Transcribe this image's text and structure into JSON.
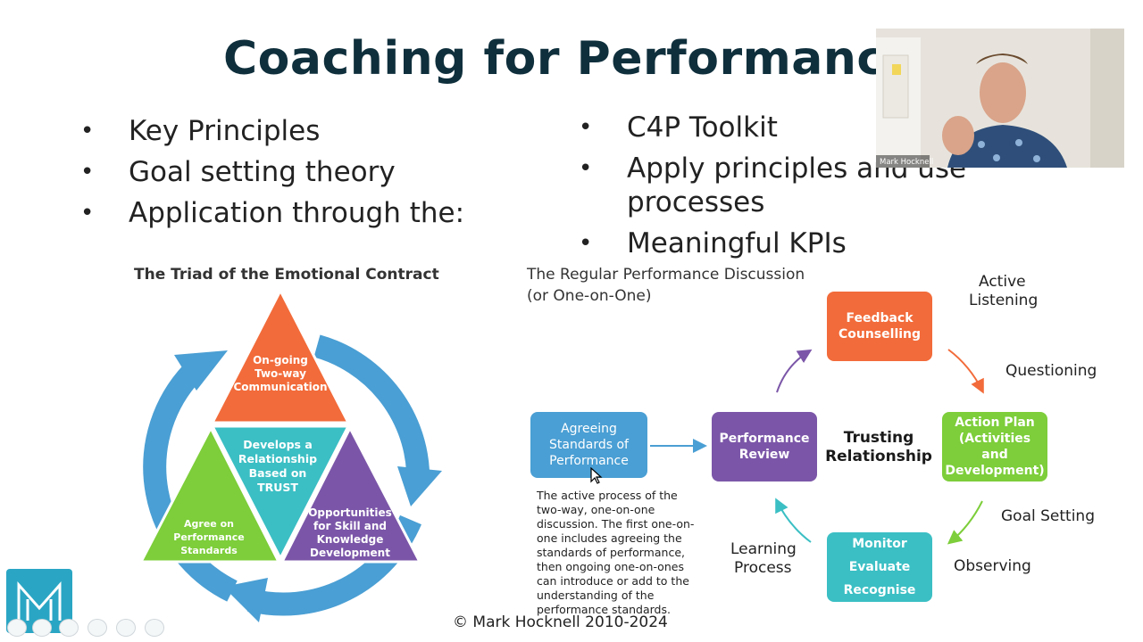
{
  "slide": {
    "title": "Coaching for Performance",
    "left_bullets": [
      "Key Principles",
      "Goal setting theory",
      "Application through the:"
    ],
    "right_bullets": [
      "C4P Toolkit",
      "Apply principles and use processes",
      "Meaningful KPIs"
    ],
    "copyright": "© Mark Hocknell 2010-2024"
  },
  "triad": {
    "heading": "The Triad of the Emotional Contract",
    "top": [
      "On-going",
      "Two-way",
      "Communication"
    ],
    "center": [
      "Develops a",
      "Relationship",
      "Based on",
      "TRUST"
    ],
    "left": [
      "Agree on",
      "Performance",
      "Standards"
    ],
    "right": [
      "Opportunities",
      "for Skill and",
      "Knowledge",
      "Development"
    ],
    "colors": {
      "top": "#f26b3a",
      "center": "#3bbfc4",
      "left": "#7dce3a",
      "right": "#7b56a8",
      "ring": "#4a9fd4"
    }
  },
  "cycle": {
    "heading_line1": "The Regular Performance Discussion",
    "heading_line2": "(or One-on-One)",
    "agreeing": "Agreeing Standards of Performance",
    "review": "Performance Review",
    "feedback": "Feedback Counselling",
    "action": "Action Plan (Activities and Development)",
    "monitor": [
      "Monitor",
      "Evaluate",
      "Recognise"
    ],
    "center_line1": "Trusting",
    "center_line2": "Relationship",
    "active_line1": "Active",
    "active_line2": "Listening",
    "questioning": "Questioning",
    "goal_setting": "Goal Setting",
    "observing": "Observing",
    "learning_line1": "Learning",
    "learning_line2": "Process",
    "description": "The active process of the two-way, one-on-one discussion. The first one-on-one includes agreeing the standards of performance, then ongoing one-on-ones can introduce or add to the understanding of the performance standards.",
    "colors": {
      "agreeing": "#4a9fd4",
      "review": "#7b56a8",
      "feedback": "#f26b3a",
      "action": "#7dce3a",
      "monitor": "#3bbfc4"
    }
  },
  "video": {
    "name_tag": "Mark Hocknell"
  },
  "logo": {
    "letter": "M"
  }
}
